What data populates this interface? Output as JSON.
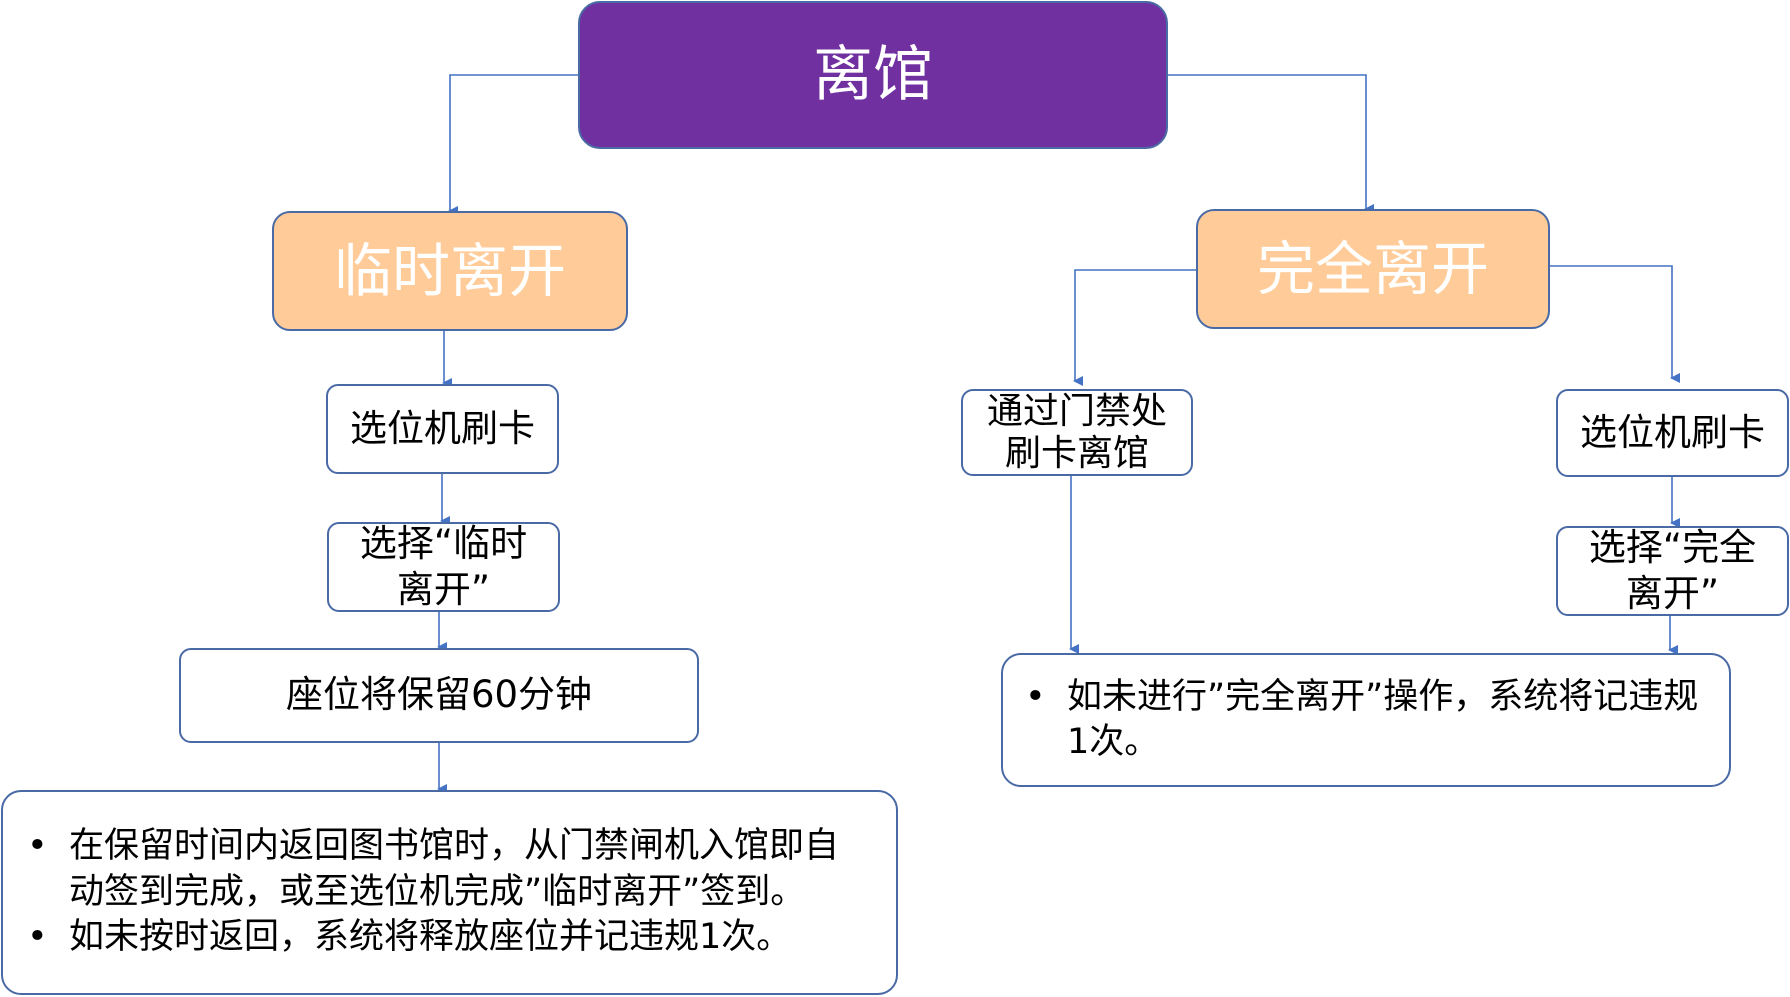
{
  "root": {
    "label": "离馆"
  },
  "temporary": {
    "label": "临时离开",
    "step1": "选位机刷卡",
    "step2": "选择“临时离开”",
    "step3": "座位将保留60分钟",
    "notes": [
      "在保留时间内返回图书馆时，从门禁闸机入馆即自动签到完成，或至选位机完成”临时离开”签到。",
      "如未按时返回，系统将释放座位并记违规1次。"
    ]
  },
  "complete": {
    "label": "完全离开",
    "gate_option": "通过门禁处刷卡离馆",
    "step1": "选位机刷卡",
    "step2": "选择“完全离开”",
    "notes": [
      "如未进行”完全离开”操作，系统将记违规1次。"
    ]
  },
  "colors": {
    "root_fill": "#7030a0",
    "branch_fill": "#ffcc99",
    "border": "#4a6aa5",
    "connector": "#4472c4"
  }
}
